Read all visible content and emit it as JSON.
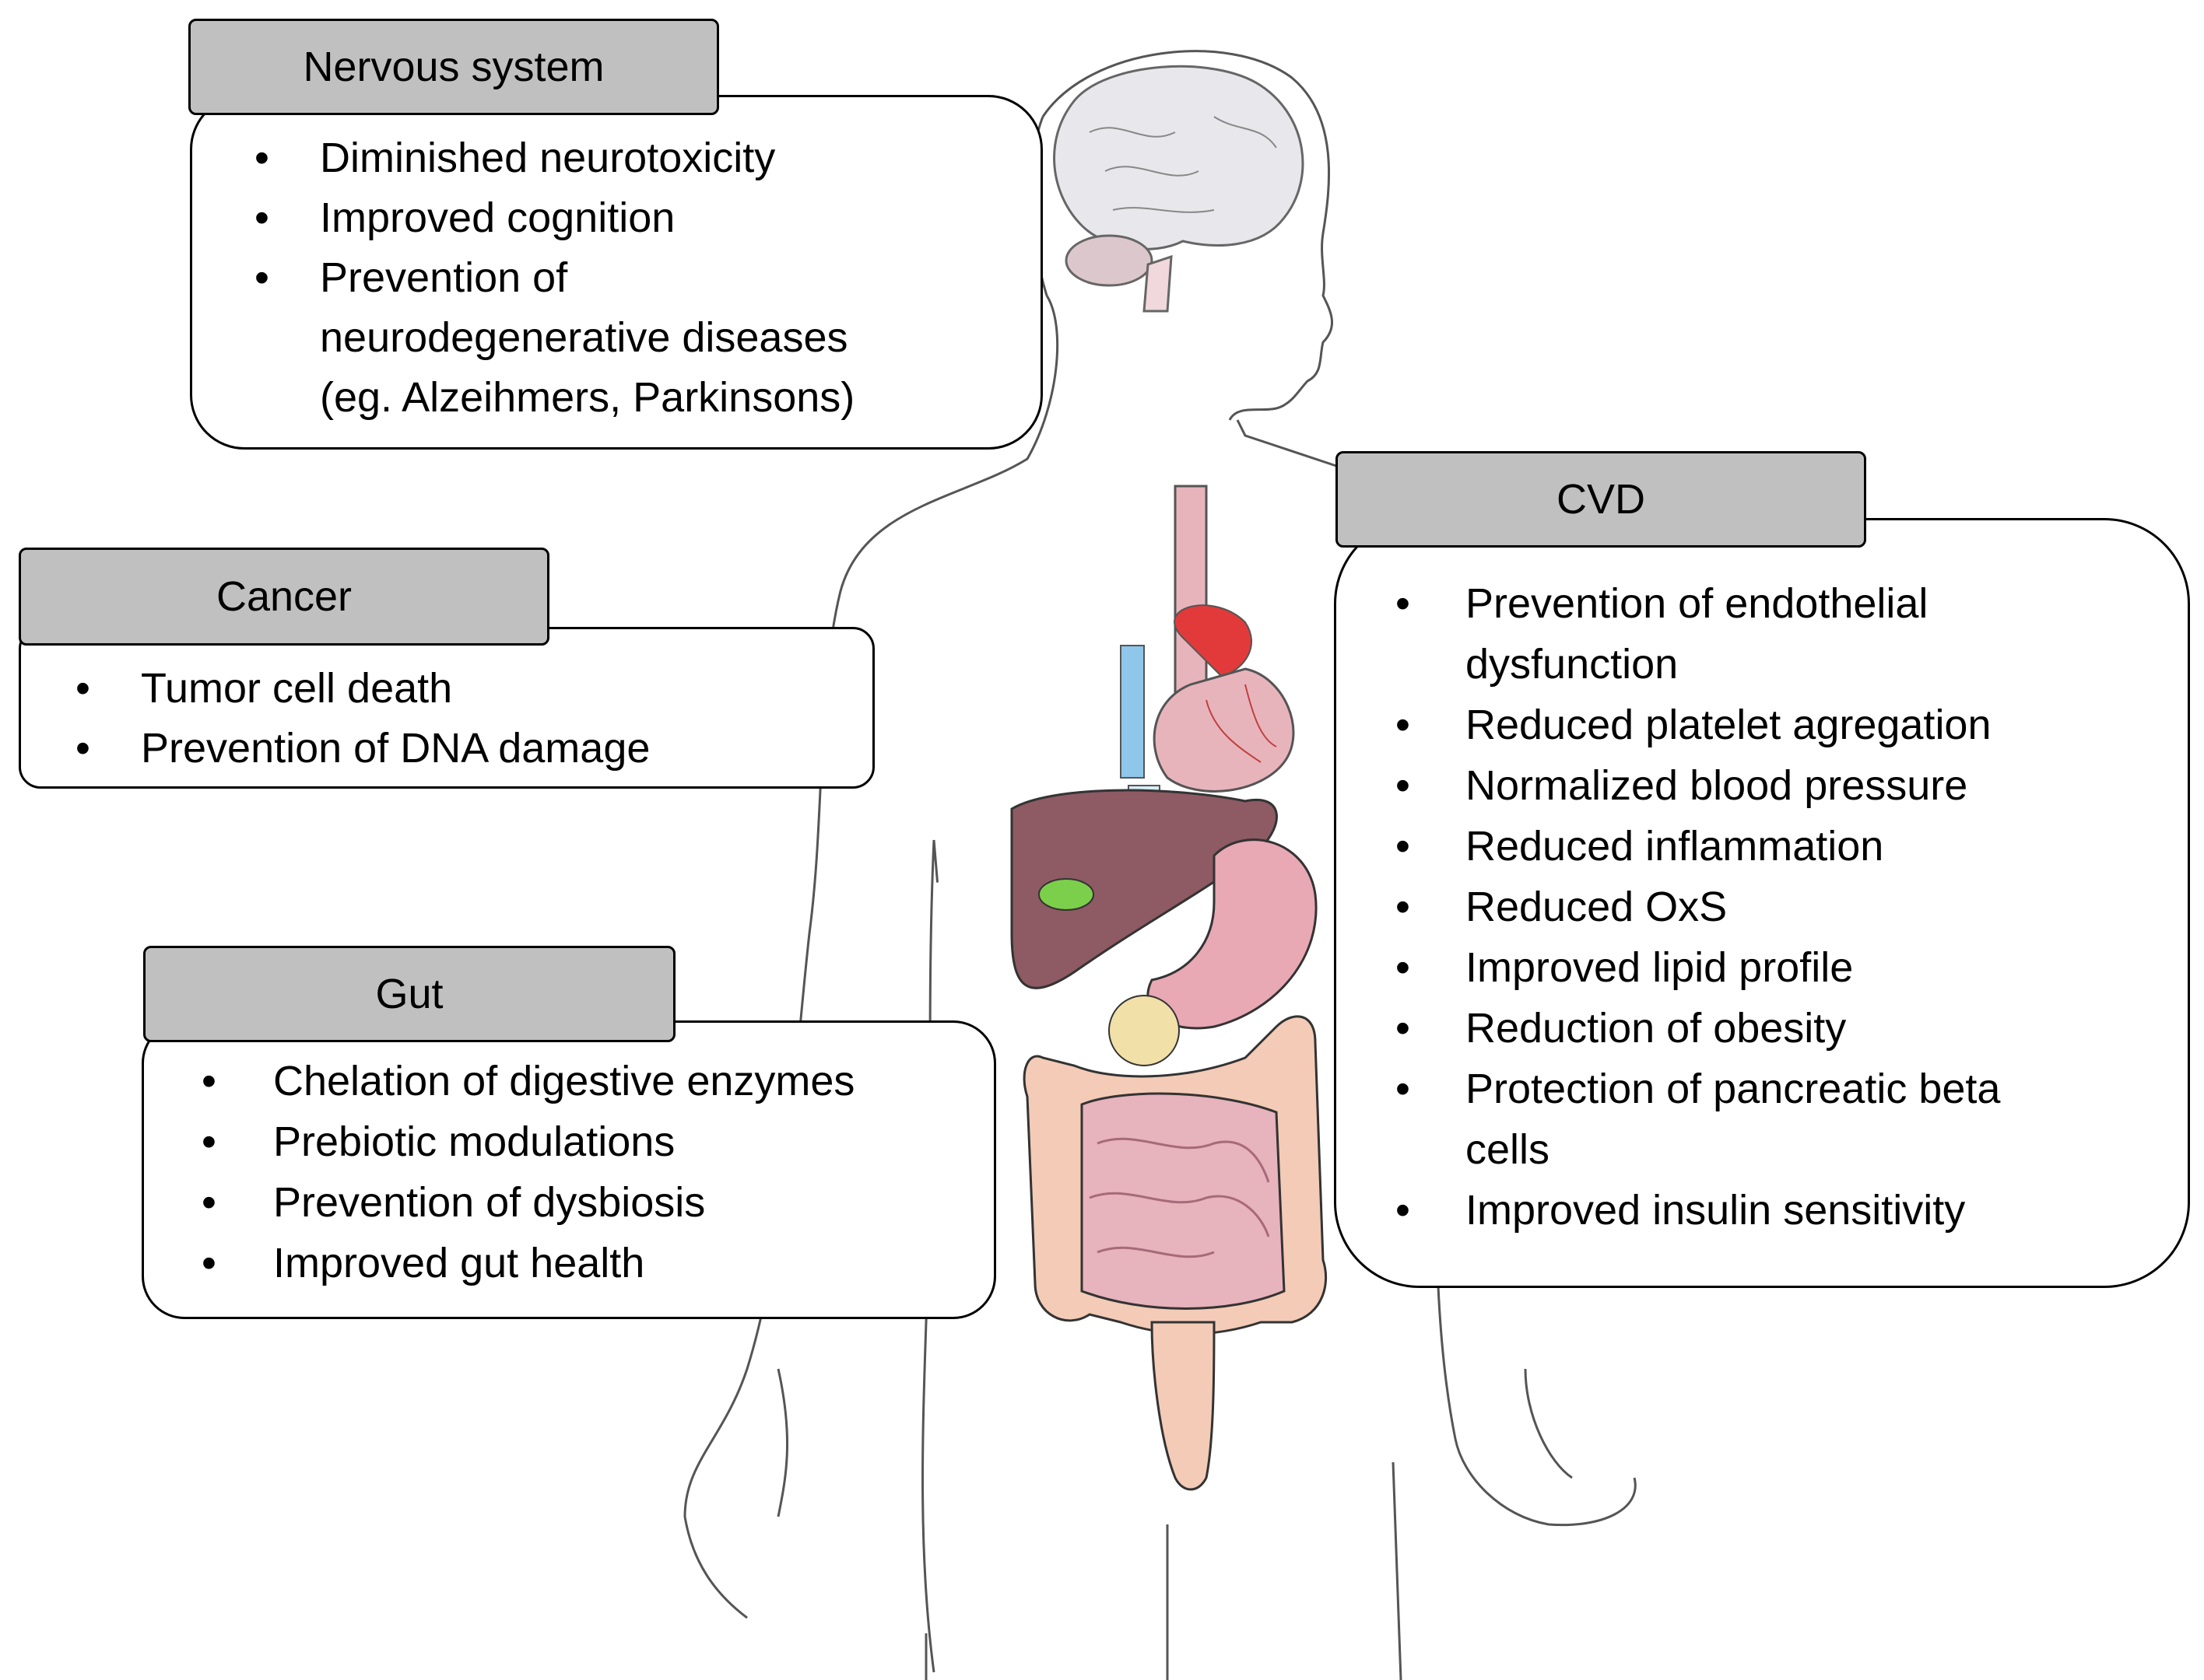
{
  "sections": {
    "nervous": {
      "title": "Nervous system",
      "items": [
        "Diminished neurotoxicity",
        "Improved cognition",
        "Prevention of",
        "neurodegenerative diseases",
        "(eg. Alzeihmers, Parkinsons)"
      ]
    },
    "cancer": {
      "title": "Cancer",
      "items": [
        "Tumor cell death",
        "Prevention of DNA damage"
      ]
    },
    "gut": {
      "title": "Gut",
      "items": [
        "Chelation of digestive enzymes",
        "Prebiotic modulations",
        "Prevention of dysbiosis",
        "Improved gut health"
      ]
    },
    "cvd": {
      "title": "CVD",
      "items": [
        "Prevention of endothelial",
        "dysfunction",
        "Reduced platelet agregation",
        "Normalized blood pressure",
        "Reduced inflammation",
        "Reduced OxS",
        "Improved lipid profile",
        "Reduction of obesity",
        "Protection of pancreatic beta",
        "cells",
        "Improved insulin sensitivity"
      ]
    },
    "bullet_symbol": "•"
  },
  "colors": {
    "header_fill": "#c0c0c0",
    "outline": "#000000",
    "brain": "#e8e8ec",
    "heart": "#e23a3a",
    "liver": "#8e5a63",
    "stomach": "#e8a8b4",
    "intestine": "#e7b3bd",
    "colon": "#f3cbb7",
    "vessel_blue": "#8ec7ea",
    "gallbladder": "#7ccf4a",
    "pancreas": "#f1e0a8"
  }
}
